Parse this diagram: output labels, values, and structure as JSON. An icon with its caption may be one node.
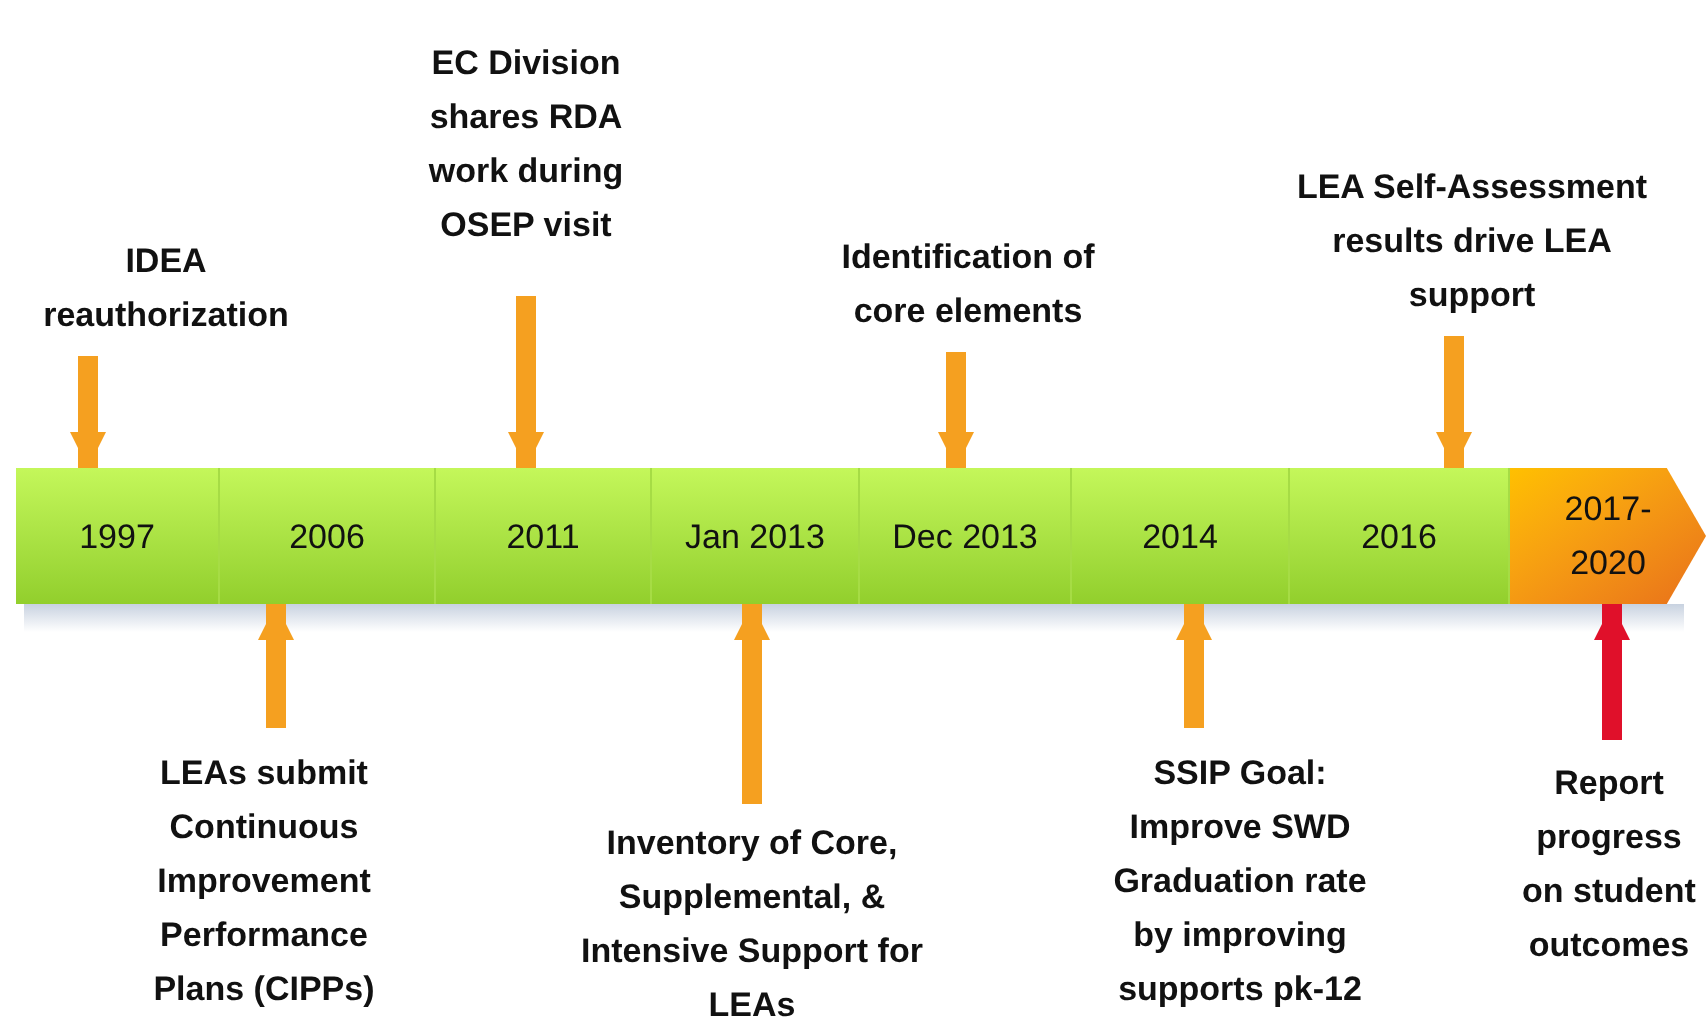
{
  "diagram": {
    "nodes": [
      {
        "text": [
          "1997"
        ]
      },
      {
        "text": [
          "2006"
        ]
      },
      {
        "text": [
          "2011"
        ]
      },
      {
        "text": [
          "Jan 2013"
        ]
      },
      {
        "text": [
          "Dec 2013"
        ]
      },
      {
        "text": [
          "2014"
        ]
      },
      {
        "text": [
          "2016"
        ]
      },
      {
        "text": [
          "2017-2020"
        ]
      },
      {
        "text": [
          "IDEA reauthorization"
        ]
      },
      {
        "text": [
          "EC Division shares RDA work during OSEP visit"
        ]
      },
      {
        "text": [
          "Identification of core elements"
        ]
      },
      {
        "text": [
          "LEA Self-Assessment results drive LEA support"
        ]
      },
      {
        "text": [
          "LEAs submit Continuous Improvement Performance Plans (CIPPs)"
        ]
      },
      {
        "text": [
          "Inventory of Core, Supplemental, & Intensive Support for LEAs"
        ]
      },
      {
        "text": [
          "SSIP Goal: Improve SWD Graduation rate by improving supports pk-12"
        ]
      },
      {
        "text": [
          "Report progress on student outcomes"
        ]
      }
    ],
    "edges": [
      {
        "from": 8,
        "to": 0,
        "arrow": "to"
      },
      {
        "from": 9,
        "to": 2,
        "arrow": "to"
      },
      {
        "from": 10,
        "to": 4,
        "arrow": "to"
      },
      {
        "from": 11,
        "to": 6,
        "arrow": "to"
      },
      {
        "from": 12,
        "to": 1,
        "arrow": "to"
      },
      {
        "from": 13,
        "to": 3,
        "arrow": "to"
      },
      {
        "from": 14,
        "to": 5,
        "arrow": "to"
      },
      {
        "from": 15,
        "to": 7,
        "arrow": "to",
        "color": "#e0102a"
      }
    ]
  }
}
